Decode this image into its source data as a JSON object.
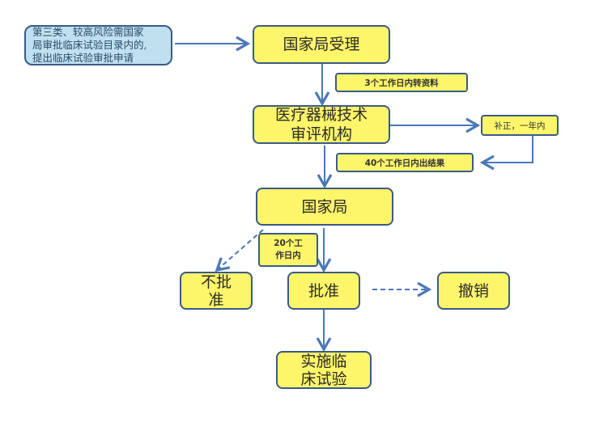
{
  "diagram": {
    "nodes": {
      "application": [
        "第三类、较高风险需国家",
        "局审批临床试验目录内的,",
        "提出临床试验审批申请"
      ],
      "nmpa_accept": "国家局受理",
      "tech_review": [
        "医疗器械技术",
        "审评机构"
      ],
      "nmpa": "国家局",
      "reject": [
        "不批",
        "准"
      ],
      "approve": "批准",
      "revoke": "撤销",
      "implement": [
        "实施临",
        "床试验"
      ]
    },
    "labels": {
      "transfer": "3个工作日内转资料",
      "supplement": "补正，一年内",
      "result": "40个工作日内出结果",
      "decision": [
        "20个工",
        "作日内"
      ]
    },
    "colors": {
      "node_fill": "#fdf56a",
      "node_border": "#3b5a86",
      "start_fill": "#bfe0ef",
      "arrow": "#4a78b8"
    }
  }
}
